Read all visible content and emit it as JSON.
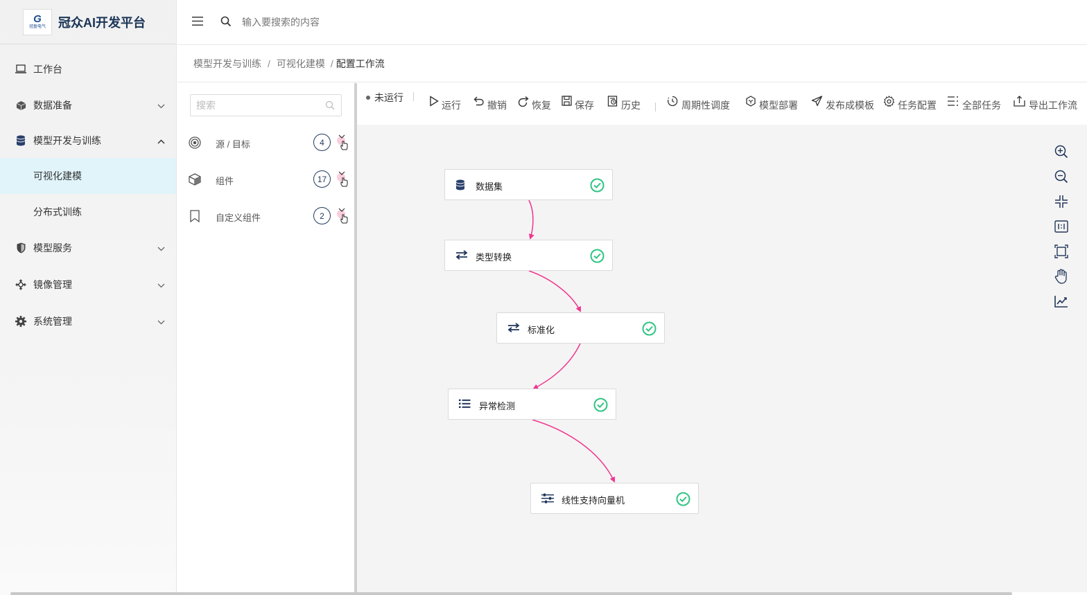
{
  "app": {
    "title": "冠众AI开发平台",
    "logo_mark": "G",
    "logo_sub": "冠盈电气"
  },
  "sidebar": {
    "items": [
      {
        "label": "工作台",
        "icon": "laptop-icon"
      },
      {
        "label": "数据准备",
        "icon": "cube-icon",
        "chevron": "down"
      },
      {
        "label": "模型开发与训练",
        "icon": "database-icon",
        "chevron": "up"
      },
      {
        "label": "模型服务",
        "icon": "shield-icon",
        "chevron": "down"
      },
      {
        "label": "镜像管理",
        "icon": "move-icon",
        "chevron": "down"
      },
      {
        "label": "系统管理",
        "icon": "gear-icon",
        "chevron": "down"
      }
    ],
    "subitems": [
      {
        "label": "可视化建模",
        "active": true
      },
      {
        "label": "分布式训练",
        "active": false
      }
    ]
  },
  "topbar": {
    "search_placeholder": "输入要搜索的内容"
  },
  "breadcrumb": {
    "items": [
      "模型开发与训练",
      "可视化建模"
    ],
    "current": "配置工作流"
  },
  "panel": {
    "search_placeholder": "搜索",
    "groups": [
      {
        "label": "源 / 目标",
        "count": "4",
        "icon": "target-icon"
      },
      {
        "label": "组件",
        "count": "17",
        "icon": "cube-icon"
      },
      {
        "label": "自定义组件",
        "count": "2",
        "icon": "bookmark-icon"
      }
    ]
  },
  "toolbar": {
    "status": "未运行",
    "buttons": [
      {
        "label": "运行",
        "icon": "play-icon"
      },
      {
        "label": "撤销",
        "icon": "undo-icon"
      },
      {
        "label": "恢复",
        "icon": "redo-icon"
      },
      {
        "label": "保存",
        "icon": "save-icon"
      },
      {
        "label": "历史",
        "icon": "history-icon"
      },
      {
        "label": "周期性调度",
        "icon": "clock-icon"
      },
      {
        "label": "模型部署",
        "icon": "hexagon-icon"
      },
      {
        "label": "发布成模板",
        "icon": "send-icon"
      },
      {
        "label": "任务配置",
        "icon": "settings-icon"
      },
      {
        "label": "全部任务",
        "icon": "list-icon"
      },
      {
        "label": "导出工作流",
        "icon": "export-icon"
      }
    ]
  },
  "workflow": {
    "nodes": [
      {
        "label": "数据集",
        "icon": "database-icon",
        "status": "success"
      },
      {
        "label": "类型转换",
        "icon": "swap-icon",
        "status": "success"
      },
      {
        "label": "标准化",
        "icon": "swap-icon",
        "status": "success"
      },
      {
        "label": "异常检测",
        "icon": "list-icon",
        "status": "success"
      },
      {
        "label": "线性支持向量机",
        "icon": "sliders-icon",
        "status": "success"
      }
    ],
    "edge_color": "#f0368f",
    "success_color": "#2fc483"
  },
  "canvas_tools": [
    "zoom-in-icon",
    "zoom-out-icon",
    "fit-icon",
    "actual-size-icon",
    "fit-frame-icon",
    "hand-icon",
    "chart-icon"
  ]
}
